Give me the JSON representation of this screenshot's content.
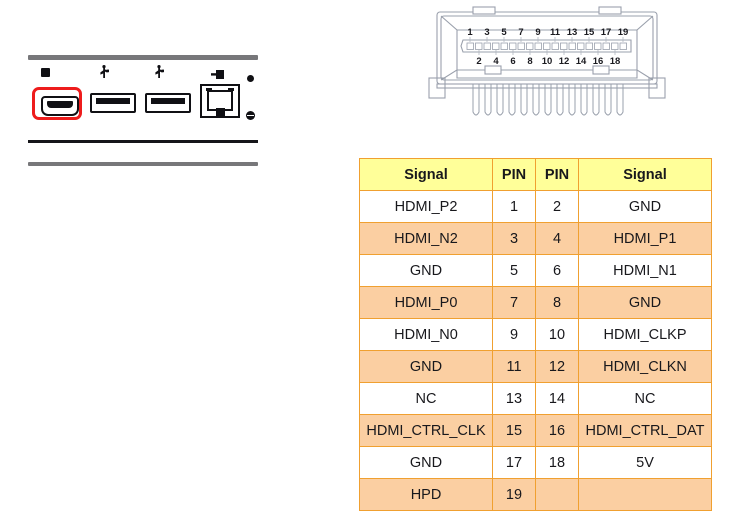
{
  "io_panel": {
    "name": "rear-io-panel",
    "highlight_color": "#ee1c1c",
    "ports": [
      {
        "id": "hdmi",
        "label": "HDMI",
        "icon": "hdmi-icon",
        "highlighted": true
      },
      {
        "id": "usb-1",
        "label": "USB",
        "icon": "usb-icon",
        "highlighted": false
      },
      {
        "id": "usb-2",
        "label": "USB",
        "icon": "usb-icon",
        "highlighted": false
      },
      {
        "id": "lan",
        "label": "LAN",
        "icon": "lan-icon",
        "highlighted": false
      }
    ],
    "indicator_icons": [
      "led-dot-icon",
      "led-dot-ring-icon"
    ]
  },
  "connector_figure": {
    "name": "hdmi-connector-pinout-drawing",
    "top_pin_labels": [
      "19",
      "17",
      "15",
      "13",
      "11",
      "9",
      "7",
      "5",
      "3",
      "1"
    ],
    "bottom_pin_labels": [
      "18",
      "16",
      "14",
      "12",
      "10",
      "8",
      "6",
      "4",
      "2"
    ],
    "contact_count": 19
  },
  "table": {
    "name": "hdmi-pinout-table",
    "header_color": "#ffff99",
    "stripe_color": "#fbcfa2",
    "border_color": "#f0a030",
    "headers": [
      "Signal",
      "PIN",
      "PIN",
      "Signal"
    ],
    "rows": [
      {
        "signal_left": "HDMI_P2",
        "pin_left": "1",
        "pin_right": "2",
        "signal_right": "GND"
      },
      {
        "signal_left": "HDMI_N2",
        "pin_left": "3",
        "pin_right": "4",
        "signal_right": "HDMI_P1"
      },
      {
        "signal_left": "GND",
        "pin_left": "5",
        "pin_right": "6",
        "signal_right": "HDMI_N1"
      },
      {
        "signal_left": "HDMI_P0",
        "pin_left": "7",
        "pin_right": "8",
        "signal_right": "GND"
      },
      {
        "signal_left": "HDMI_N0",
        "pin_left": "9",
        "pin_right": "10",
        "signal_right": "HDMI_CLKP"
      },
      {
        "signal_left": "GND",
        "pin_left": "11",
        "pin_right": "12",
        "signal_right": "HDMI_CLKN"
      },
      {
        "signal_left": "NC",
        "pin_left": "13",
        "pin_right": "14",
        "signal_right": "NC"
      },
      {
        "signal_left": "HDMI_CTRL_CLK",
        "pin_left": "15",
        "pin_right": "16",
        "signal_right": "HDMI_CTRL_DAT"
      },
      {
        "signal_left": "GND",
        "pin_left": "17",
        "pin_right": "18",
        "signal_right": "5V"
      },
      {
        "signal_left": "HPD",
        "pin_left": "19",
        "pin_right": "",
        "signal_right": ""
      }
    ]
  }
}
